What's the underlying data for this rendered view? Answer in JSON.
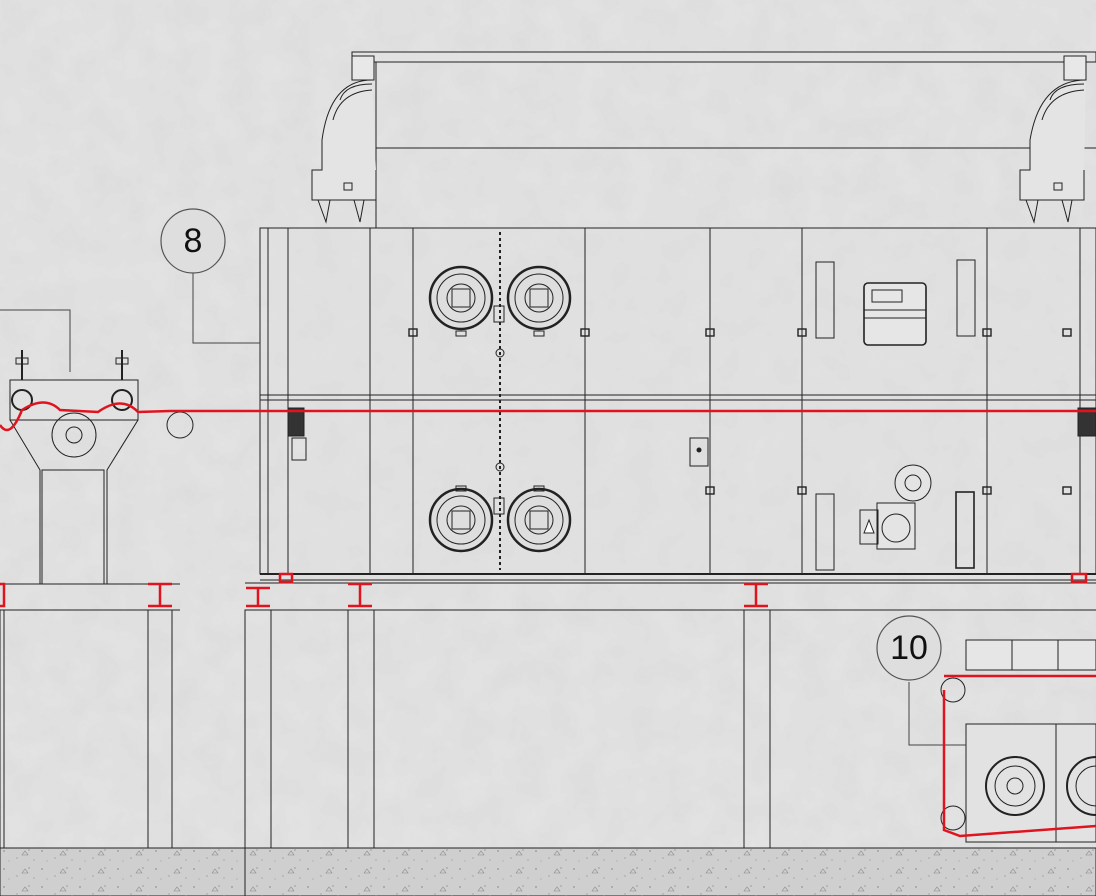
{
  "callouts": [
    {
      "id": "8",
      "label": "8"
    },
    {
      "id": "10",
      "label": "10"
    }
  ],
  "colors": {
    "background": "#d9d9d9",
    "line": "#222222",
    "web_path": "#e0141e",
    "concrete": "#cfcfcf"
  },
  "icons": {
    "warning": "warning-triangle-icon"
  }
}
